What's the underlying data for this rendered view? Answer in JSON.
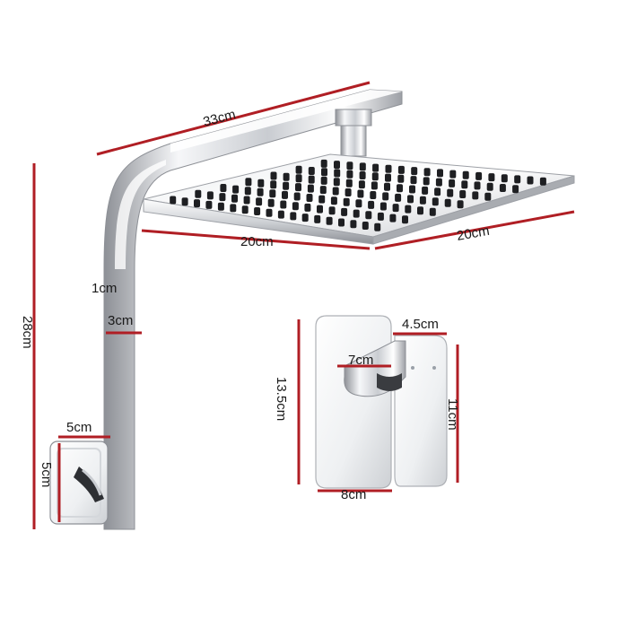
{
  "dimensions": {
    "arm_length": "33cm",
    "head_width": "20cm",
    "head_depth": "20cm",
    "arm_thickness": "1cm",
    "arm_width": "3cm",
    "total_height": "28cm",
    "base_width": "5cm",
    "base_height": "5cm",
    "mixer_plate_width": "8cm",
    "mixer_plate_height": "13.5cm",
    "handle_length": "7cm",
    "handle_width": "4.5cm",
    "handle_height": "11cm"
  },
  "colors": {
    "dimension_line": "#b01e24",
    "chrome_light": "#f4f5f7",
    "chrome_dark": "#8d9096",
    "nozzle": "#1e1f22"
  }
}
